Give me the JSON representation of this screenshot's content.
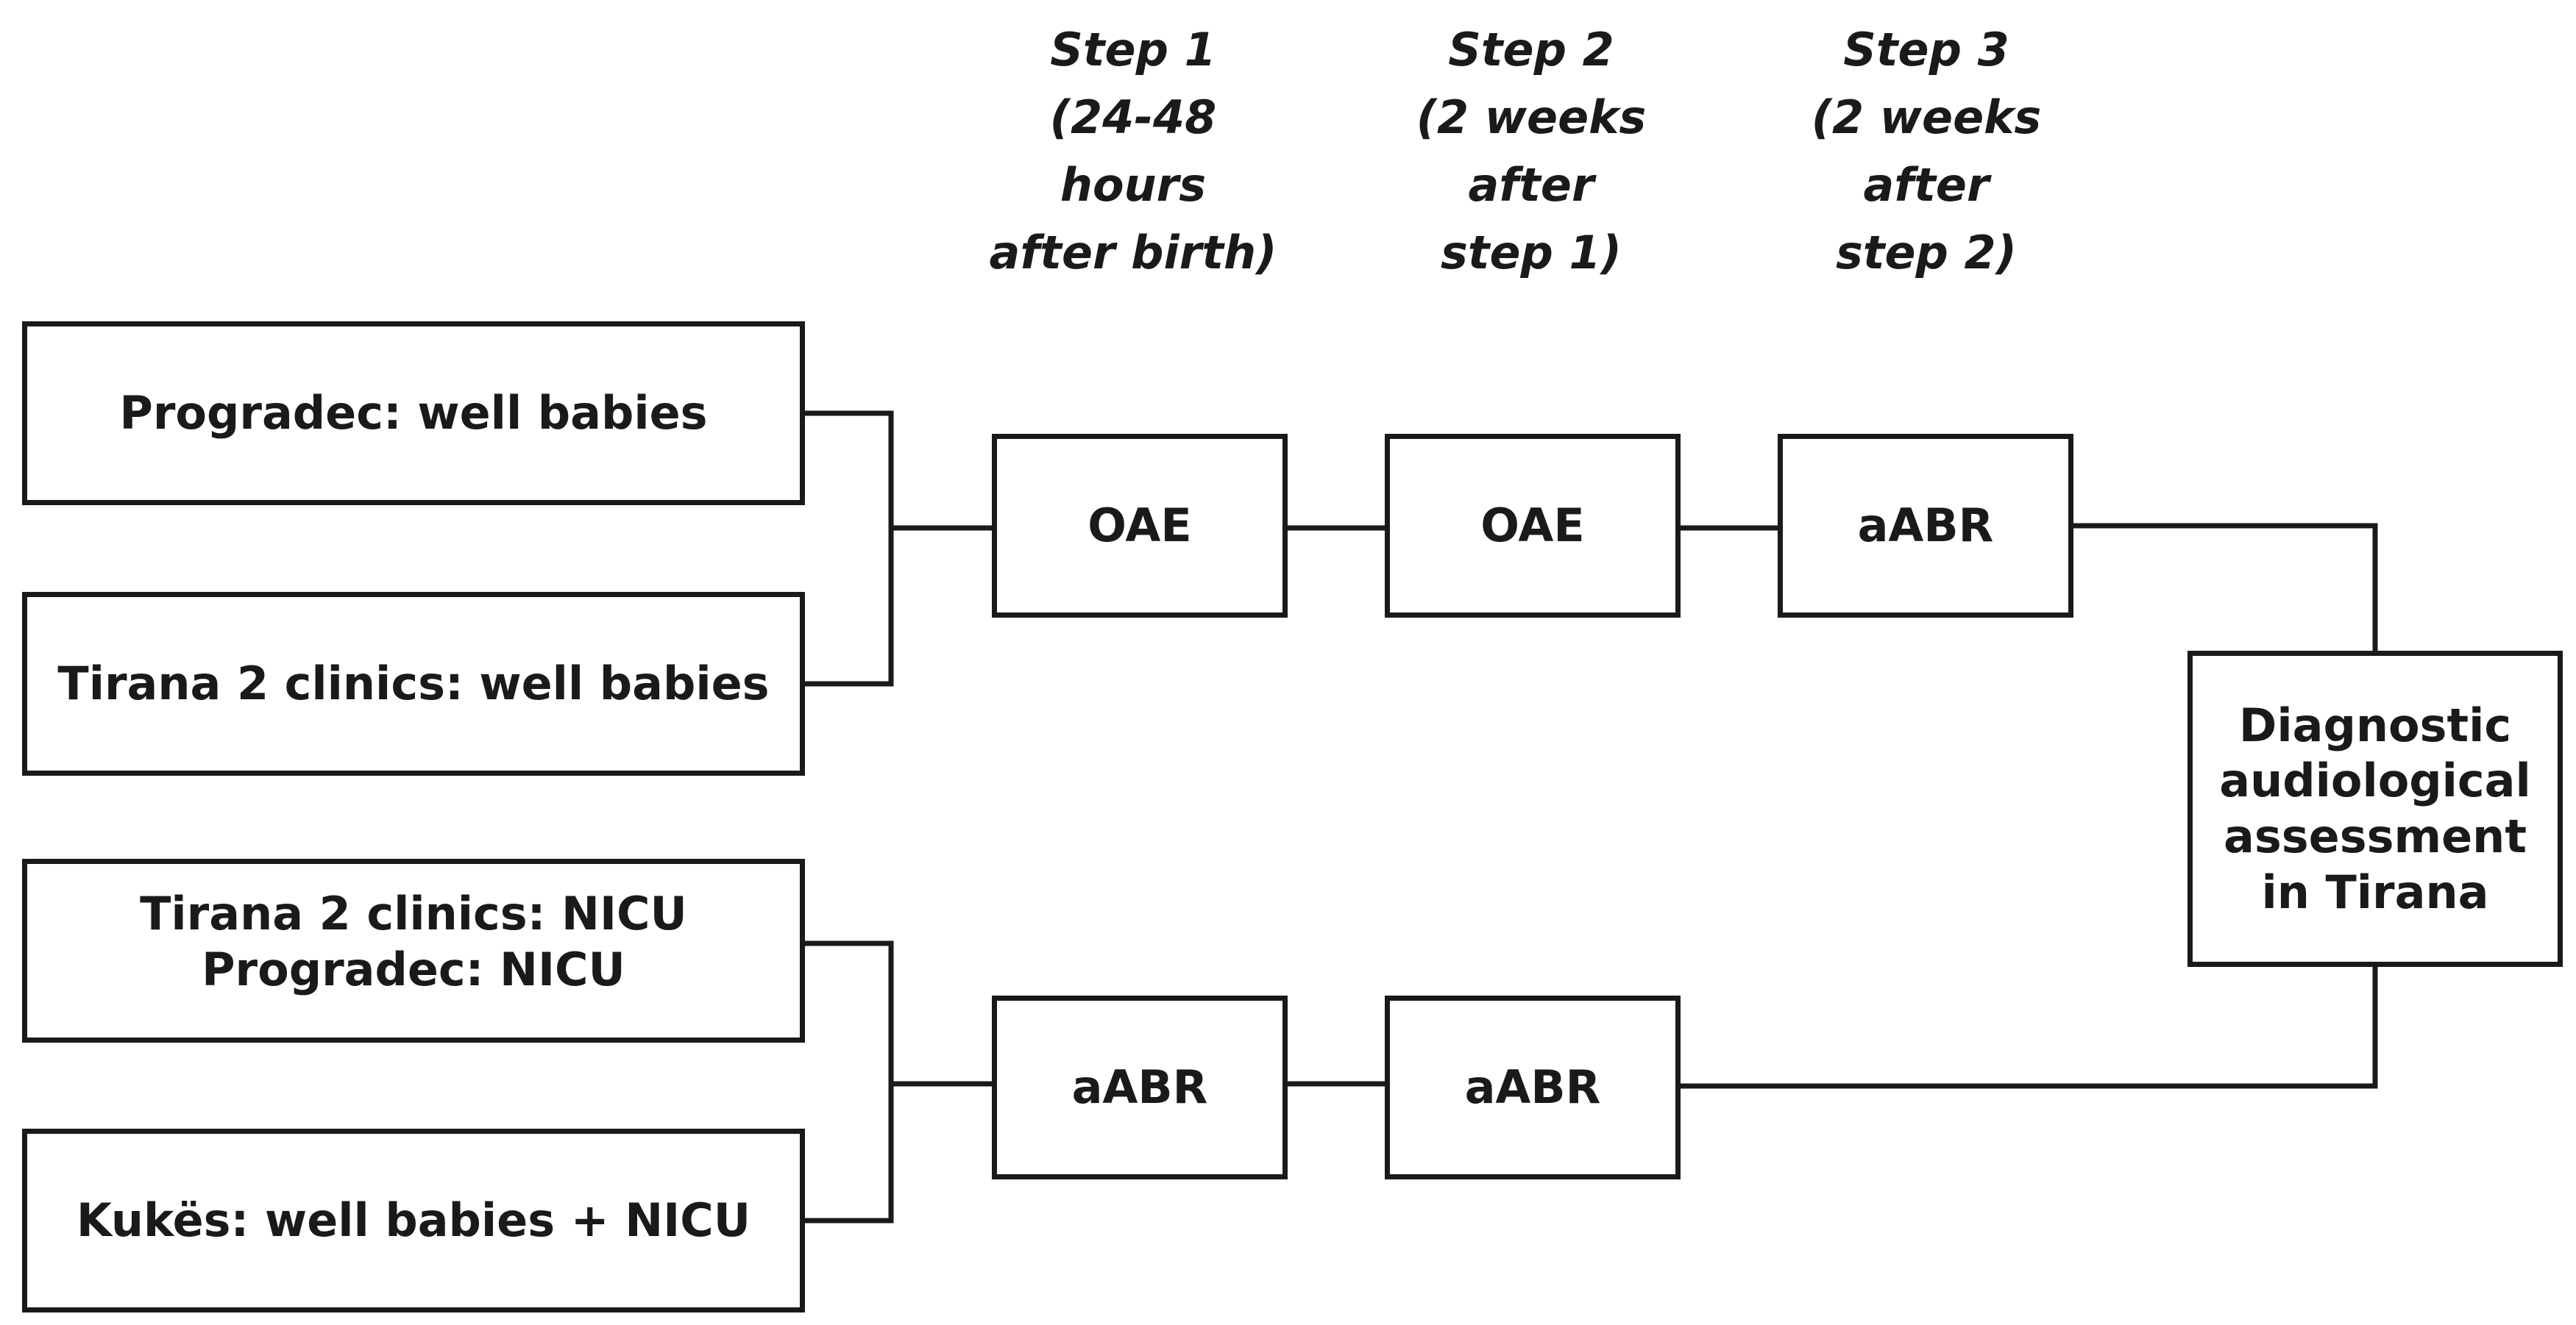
{
  "steps": [
    {
      "lines": [
        "Step 1",
        "(24-48",
        "hours",
        "after birth)"
      ]
    },
    {
      "lines": [
        "Step 2",
        "(2 weeks",
        "after",
        "step 1)"
      ]
    },
    {
      "lines": [
        "Step 3",
        "(2 weeks",
        "after",
        "step 2)"
      ]
    }
  ],
  "sources": [
    {
      "lines": [
        "Progradec: well babies"
      ]
    },
    {
      "lines": [
        "Tirana 2 clinics: well babies"
      ]
    },
    {
      "lines": [
        "Tirana 2 clinics: NICU",
        "Progradec: NICU"
      ]
    },
    {
      "lines": [
        "Kukës: well babies + NICU"
      ]
    }
  ],
  "well_babies_pathway": [
    "OAE",
    "OAE",
    "aABR"
  ],
  "nicu_pathway": [
    "aABR",
    "aABR"
  ],
  "outcome": {
    "lines": [
      "Diagnostic",
      "audiological",
      "assessment",
      "in Tirana"
    ]
  }
}
